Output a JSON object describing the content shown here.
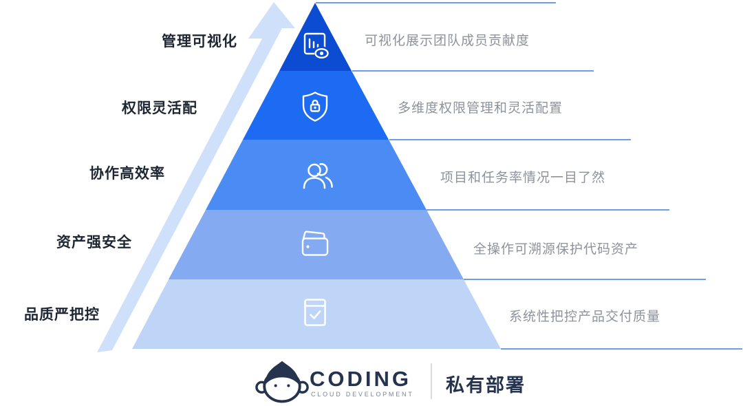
{
  "theme": {
    "background": "#ffffff",
    "line_color": "#3a7edc",
    "label_color": "#1f2633",
    "desc_color": "#8d929c",
    "arrow_color": "#cfe1fa",
    "icon_stroke": "#ffffff",
    "logo_color": "#26334e"
  },
  "pyramid": {
    "tiers": [
      {
        "label": "管理可视化",
        "description": "可视化展示团队成员贡献度",
        "color": "#0c4cd3",
        "icon": "report-visibility-icon"
      },
      {
        "label": "权限灵活配",
        "description": "多维度权限管理和灵活配置",
        "color": "#1d6bf3",
        "icon": "shield-lock-icon"
      },
      {
        "label": "协作高效率",
        "description": "项目和任务率情况一目了然",
        "color": "#4a8cf4",
        "icon": "team-icon"
      },
      {
        "label": "资产强安全",
        "description": "全操作可溯源保护代码资产",
        "color": "#84abf1",
        "icon": "wallet-icon"
      },
      {
        "label": "品质严把控",
        "description": "系统性把控产品交付质量",
        "color": "#bed5f8",
        "icon": "check-card-icon"
      }
    ]
  },
  "footer": {
    "brand": "CODING",
    "brand_subtitle": "CLOUD DEVELOPMENT",
    "tagline": "私有部署"
  }
}
